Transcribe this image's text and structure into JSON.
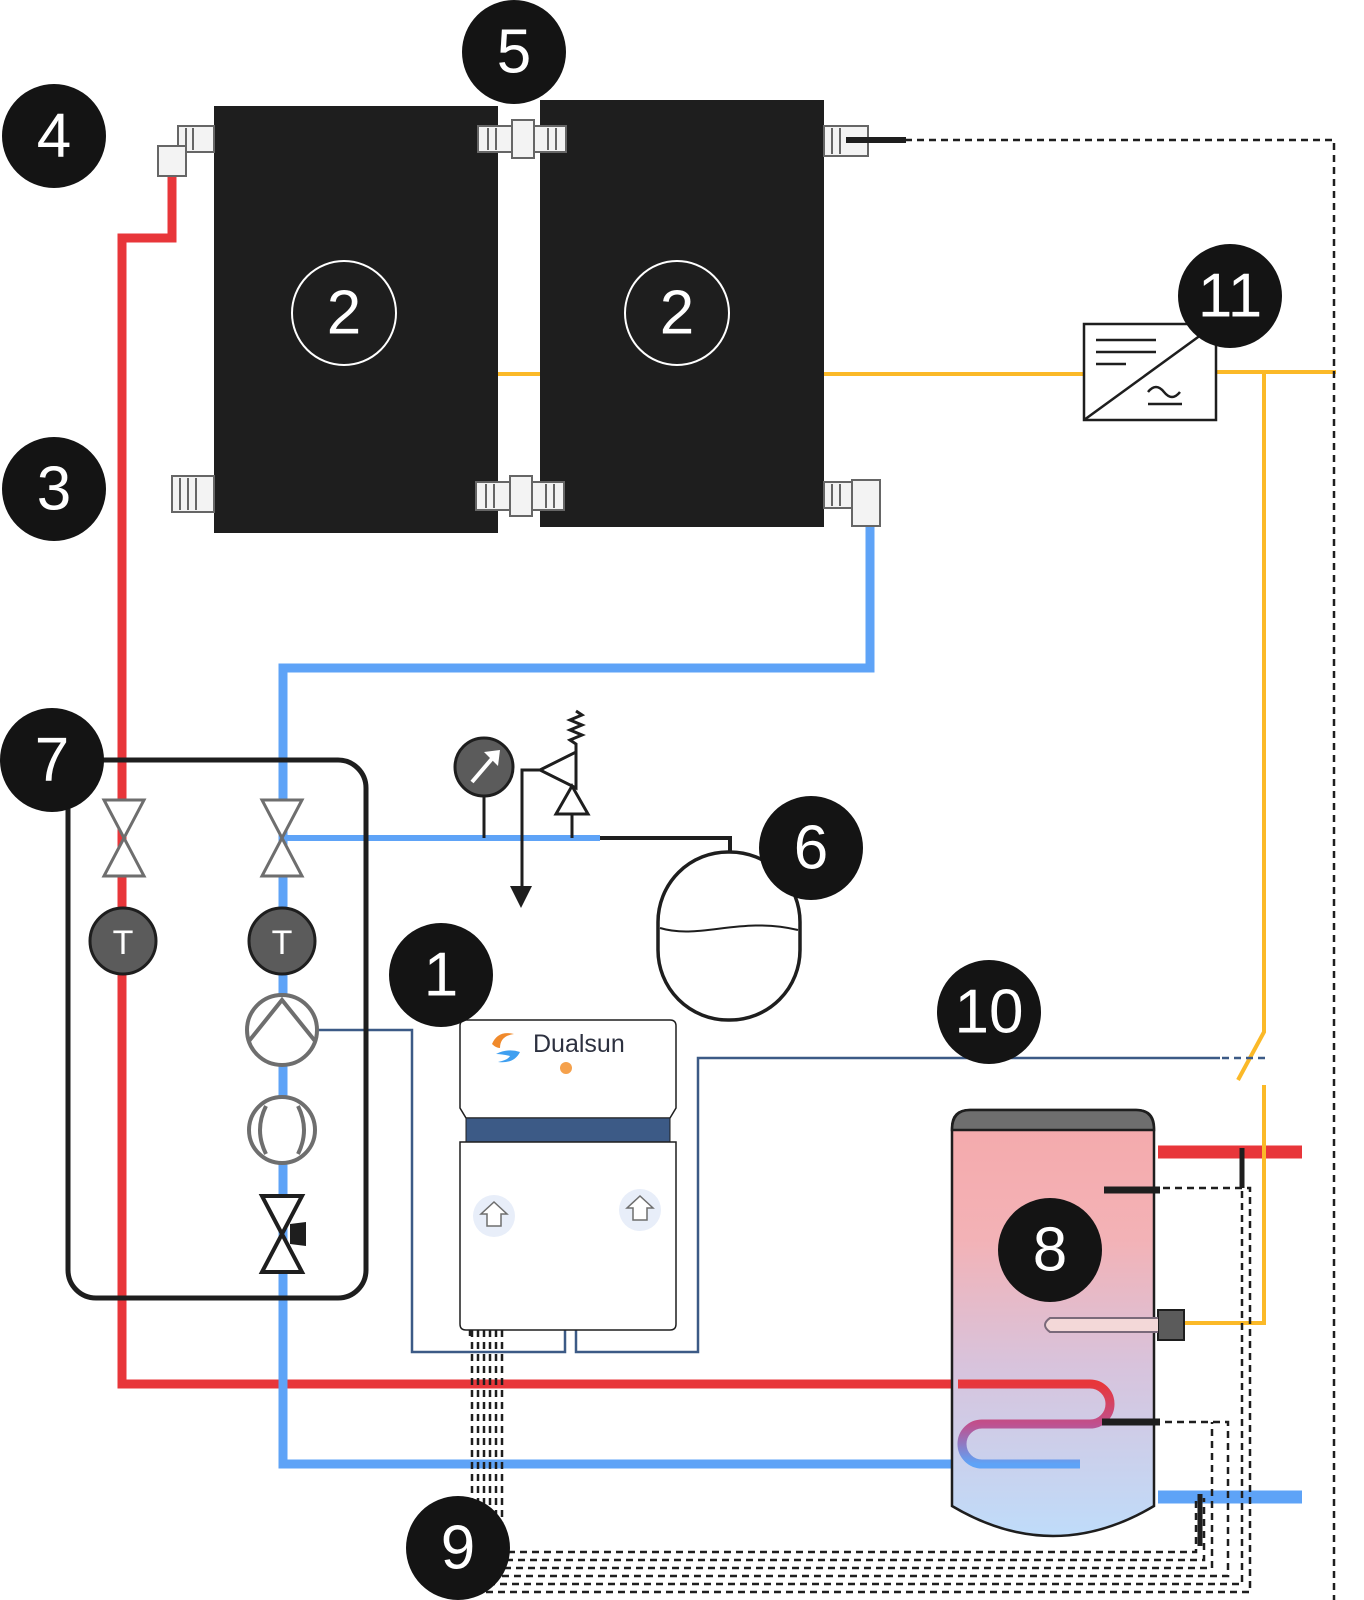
{
  "badges": {
    "b1": "1",
    "b3": "3",
    "b4": "4",
    "b5": "5",
    "b6": "6",
    "b7": "7",
    "b8": "8",
    "b9": "9",
    "b10": "10",
    "b11": "11"
  },
  "panels": {
    "left_number": "2",
    "right_number": "2"
  },
  "sensors": {
    "left_label": "T",
    "right_label": "T"
  },
  "controller": {
    "brand": "Dualsun"
  },
  "colors": {
    "hot_pipe": "#e8363a",
    "cold_pipe": "#5ea3f7",
    "electric": "#fbb928",
    "signal": "#3c5a86",
    "panel": "#1e1e1e",
    "badge": "#141414"
  }
}
